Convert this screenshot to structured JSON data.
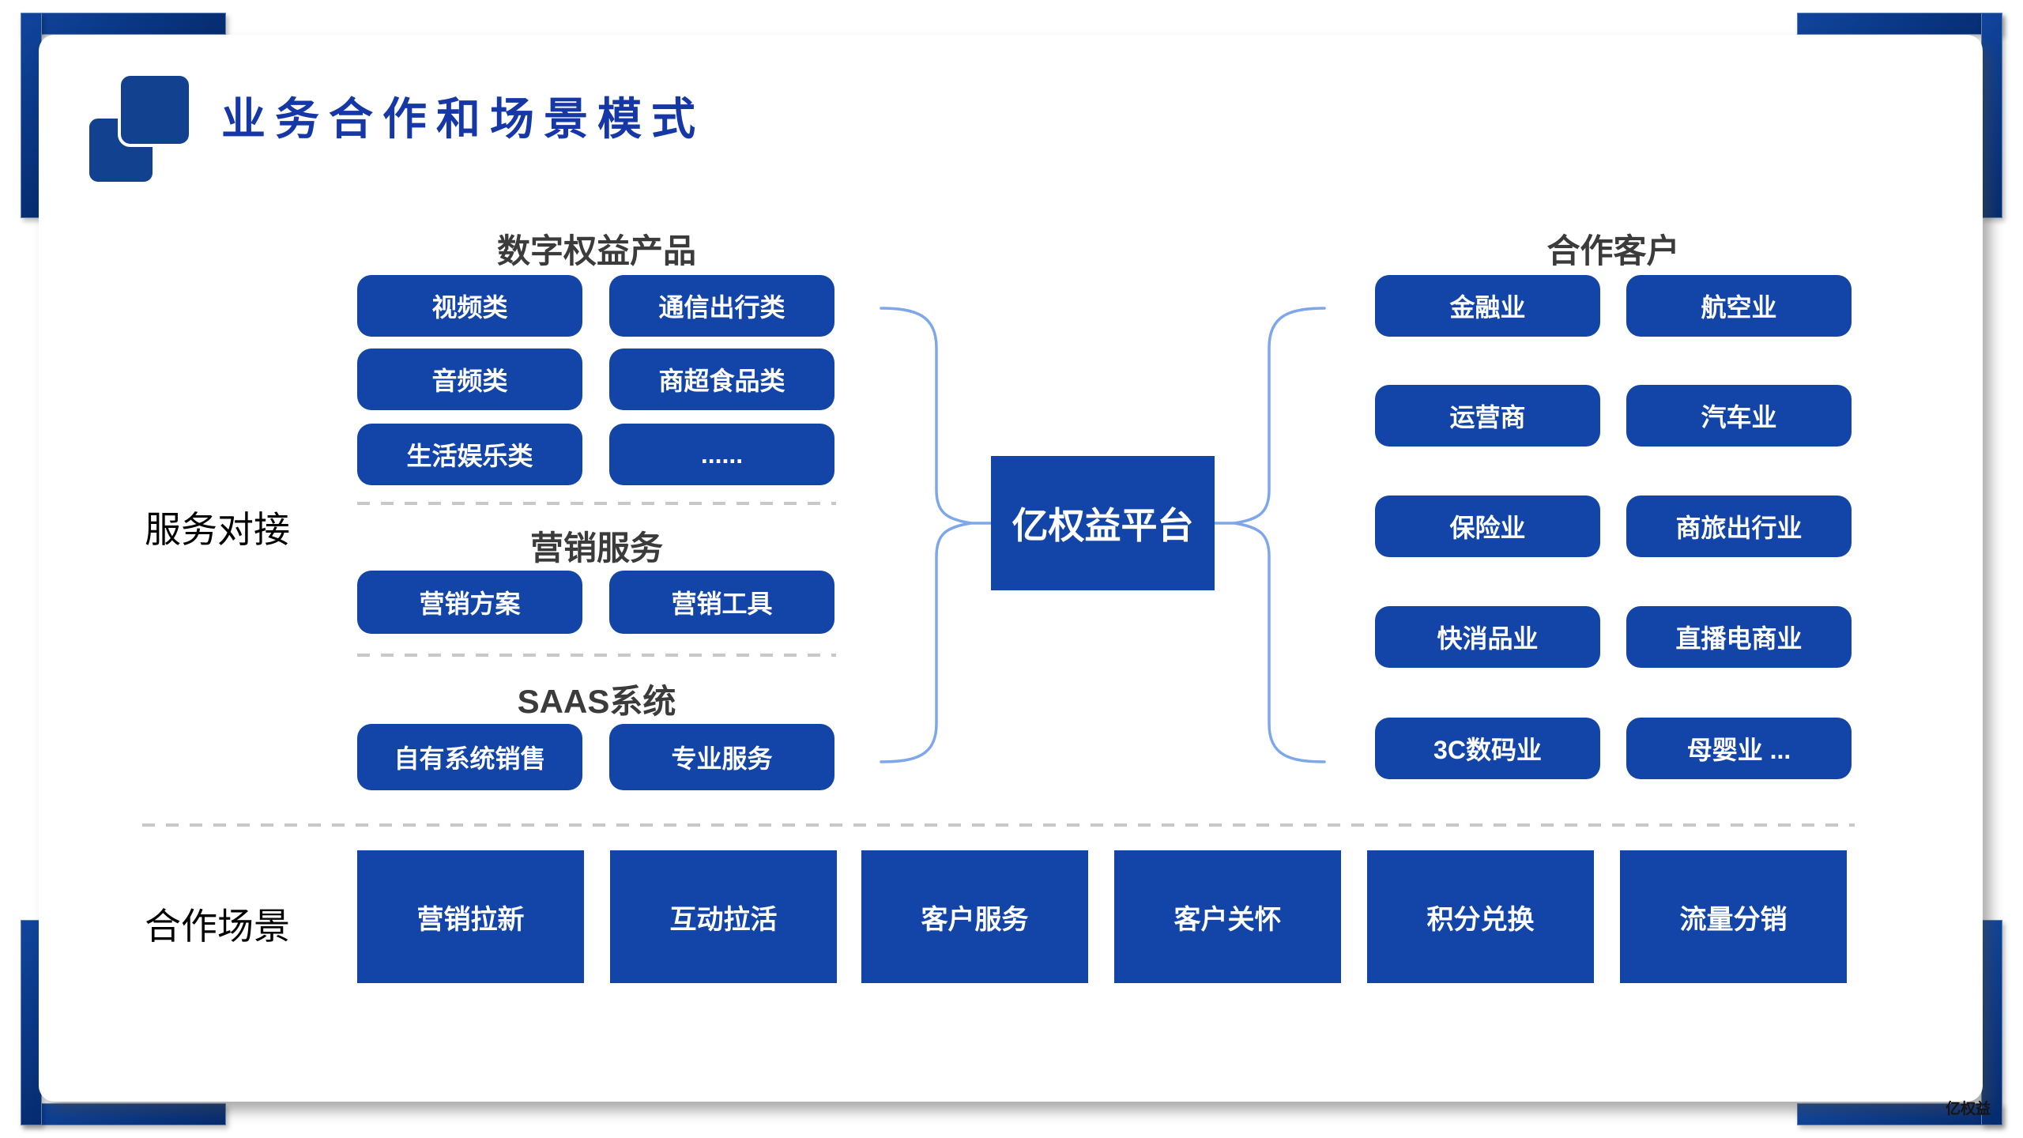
{
  "slide": {
    "title": "业务合作和场景模式",
    "watermark": "亿权益"
  },
  "left": {
    "axis_label": "服务对接",
    "sections": [
      {
        "title": "数字权益产品",
        "items": [
          "视频类",
          "通信出行类",
          "音频类",
          "商超食品类",
          "生活娱乐类",
          "......"
        ]
      },
      {
        "title": "营销服务",
        "items": [
          "营销方案",
          "营销工具"
        ]
      },
      {
        "title": "SAAS系统",
        "items": [
          "自有系统销售",
          "专业服务"
        ]
      }
    ]
  },
  "center": {
    "platform_label": "亿权益平台"
  },
  "right": {
    "title": "合作客户",
    "items": [
      "金融业",
      "航空业",
      "运营商",
      "汽车业",
      "保险业",
      "商旅出行业",
      "快消品业",
      "直播电商业",
      "3C数码业",
      "母婴业 ..."
    ]
  },
  "bottom": {
    "axis_label": "合作场景",
    "items": [
      "营销拉新",
      "互动拉活",
      "客户服务",
      "客户关怀",
      "积分兑换",
      "流量分销"
    ]
  },
  "colors": {
    "node_blue": "#1345a8",
    "title_blue": "#1637a6",
    "bracket_navy": "#0a3684",
    "brace_blue": "#7ea6ea",
    "header_gray": "#3b3b3b",
    "dash_gray": "#c8c8c8"
  }
}
